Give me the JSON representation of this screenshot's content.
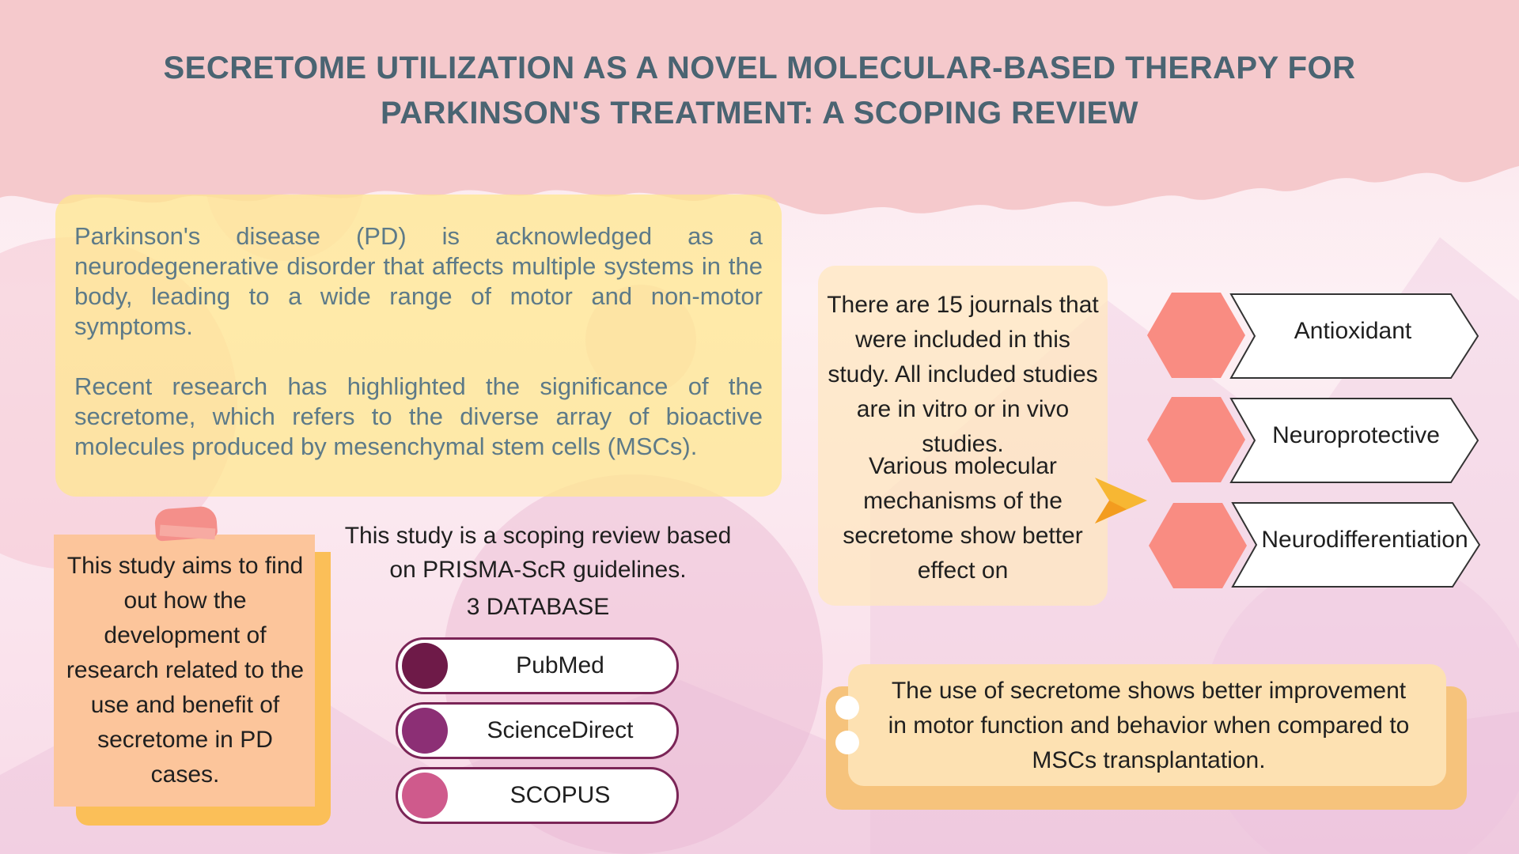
{
  "header": {
    "title_line1": "SECRETOME UTILIZATION AS A NOVEL MOLECULAR-BASED THERAPY FOR",
    "title_line2": "PARKINSON'S TREATMENT: A SCOPING REVIEW"
  },
  "intro": {
    "paragraph1": "Parkinson's disease (PD) is acknowledged as a neurodegenerative disorder that affects multiple systems in the body, leading to a wide range of motor and non-motor symptoms.",
    "paragraph2": "Recent research has highlighted the significance of the secretome, which refers to the diverse array of bioactive molecules produced by mesenchymal stem cells (MSCs)."
  },
  "aim": {
    "text": "This study aims to find out how the development of research related to the use and benefit of secretome in PD cases."
  },
  "methods": {
    "line1": "This study is a scoping review based",
    "line2": "on PRISMA-ScR guidelines.",
    "database_heading": "3 DATABASE",
    "databases": [
      {
        "name": "PubMed",
        "color": "#6e1a48"
      },
      {
        "name": "ScienceDirect",
        "color": "#8c2f75"
      },
      {
        "name": "SCOPUS",
        "color": "#cf5a8c"
      }
    ]
  },
  "results": {
    "journals_text": "There are 15 journals that were included in this study. All included studies are in vitro or in vivo studies.",
    "mechanisms_text": "Various molecular mechanisms of the secretome show better effect on"
  },
  "effects": [
    {
      "label": "Antioxidant"
    },
    {
      "label": "Neuroprotective"
    },
    {
      "label": "Neurodifferentiation"
    }
  ],
  "conclusion": {
    "text": "The use of secretome shows better improvement in motor function and behavior when compared to MSCs transplantation."
  },
  "colors": {
    "title": "#4a6472",
    "header_band": "#f5c9cc",
    "hexagon": "#f98c82",
    "arrow": "#f7b733"
  }
}
